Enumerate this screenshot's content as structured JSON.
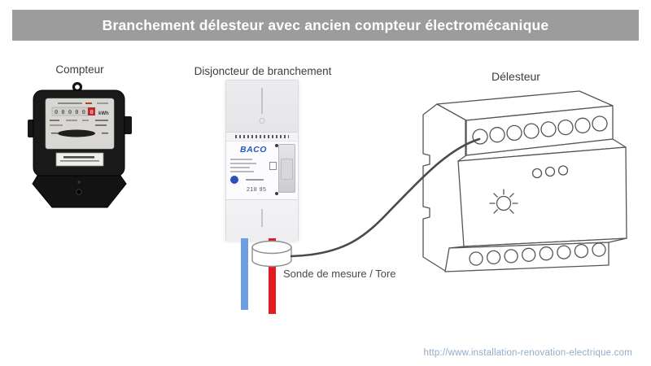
{
  "title": "Branchement délesteur avec ancien compteur électromécanique",
  "sections": {
    "meter_label": "Compteur",
    "breaker_label": "Disjoncteur de branchement",
    "load_shedder_label": "Délesteur",
    "sensor_label": "Sonde de mesure / Tore"
  },
  "meter": {
    "register_digits": "0 0 0 0 0",
    "register_red_digit": "0",
    "register_unit": "kWh"
  },
  "breaker_device": {
    "brand": "BACO",
    "model": "218 95"
  },
  "footer": {
    "url": "http://www.installation-renovation-electrique.com"
  },
  "colors": {
    "title_bg": "#9c9c9c",
    "title_text": "#ffffff",
    "label_text": "#3d3d3d",
    "wire_neutral_blue": "#6b9ee3",
    "wire_phase_red": "#e31b1e",
    "signal_wire_gray": "#4a4a4a",
    "line_art_stroke": "#555555",
    "brand_blue": "#2456c5",
    "url_text": "#8fadca"
  }
}
